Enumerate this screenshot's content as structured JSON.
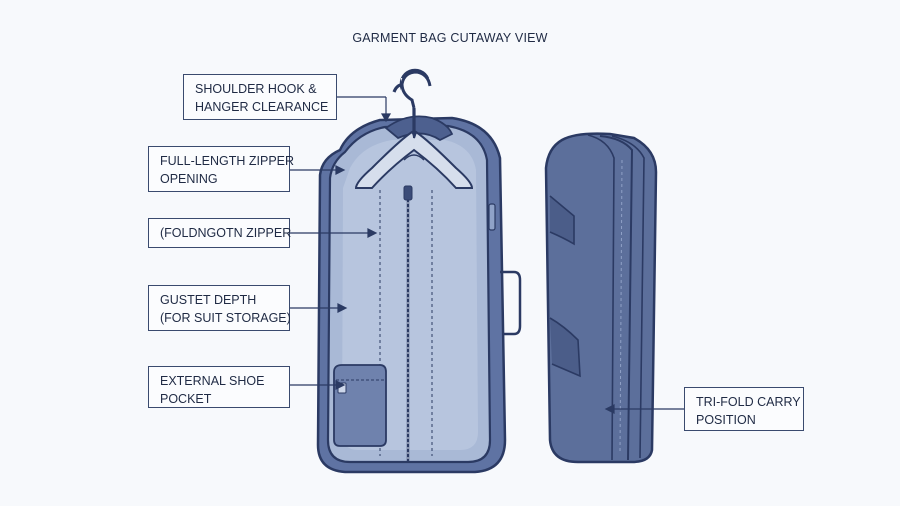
{
  "title": "GARMENT BAG CUTAWAY VIEW",
  "callouts": [
    {
      "lines": [
        "SHOULDER HOOK &",
        "HANGER CLEARANCE"
      ]
    },
    {
      "lines": [
        "FULL-LENGTH ZIPPER",
        "OPENING"
      ]
    },
    {
      "lines": [
        "(FOLDNGOTN ZIPPER"
      ]
    },
    {
      "lines": [
        "GUSTET DEPTH",
        "(FOR SUIT STORAGE)"
      ]
    },
    {
      "lines": [
        "EXTERNAL SHOE",
        "POCKET"
      ]
    },
    {
      "lines": [
        "TRI-FOLD CARRY",
        "POSITION"
      ]
    }
  ],
  "colors": {
    "background": "#f7f9fc",
    "outline": "#2b3a63",
    "bag_fill": "#a9b9d6",
    "bag_inner": "#c3d0e6",
    "folded_fill": "#5c6f9b",
    "pocket_fill": "#6f82ad"
  }
}
